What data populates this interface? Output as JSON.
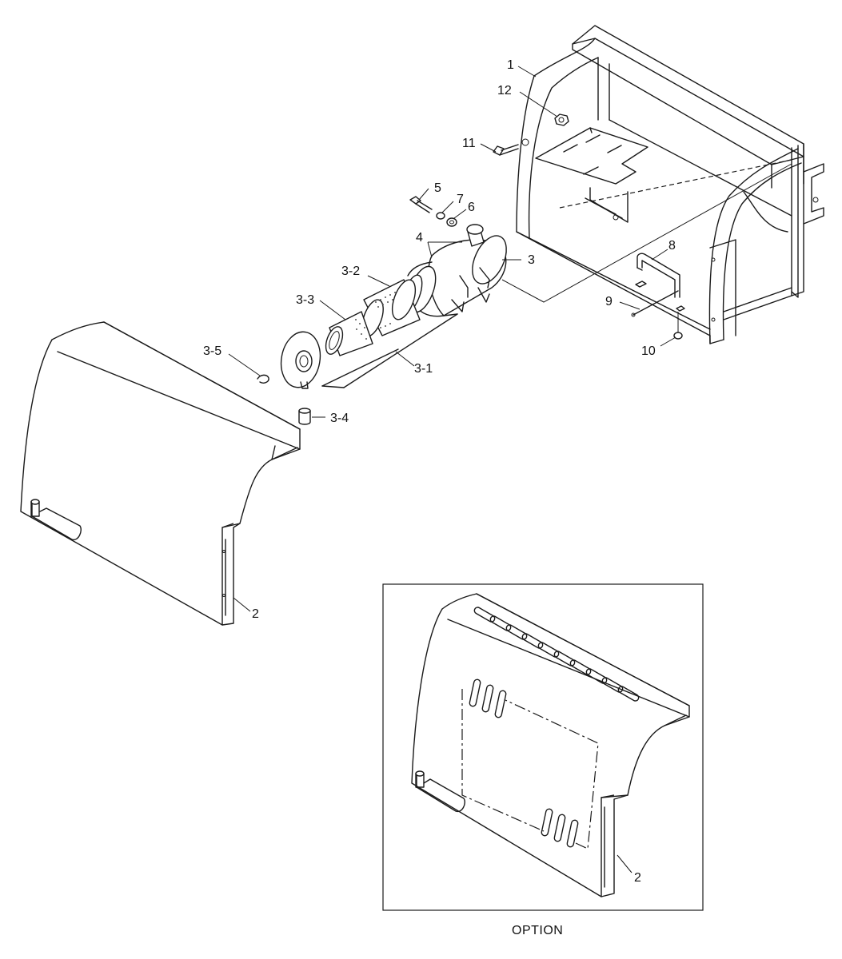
{
  "labels": {
    "p1": "1",
    "p12": "12",
    "p11": "11",
    "p5": "5",
    "p7": "7",
    "p6": "6",
    "p4": "4",
    "p3": "3",
    "p3_2": "3-2",
    "p3_3": "3-3",
    "p3_5": "3-5",
    "p3_1": "3-1",
    "p3_4": "3-4",
    "p8": "8",
    "p9": "9",
    "p10": "10",
    "p2": "2",
    "p2_option": "2"
  },
  "option_caption": "OPTION"
}
